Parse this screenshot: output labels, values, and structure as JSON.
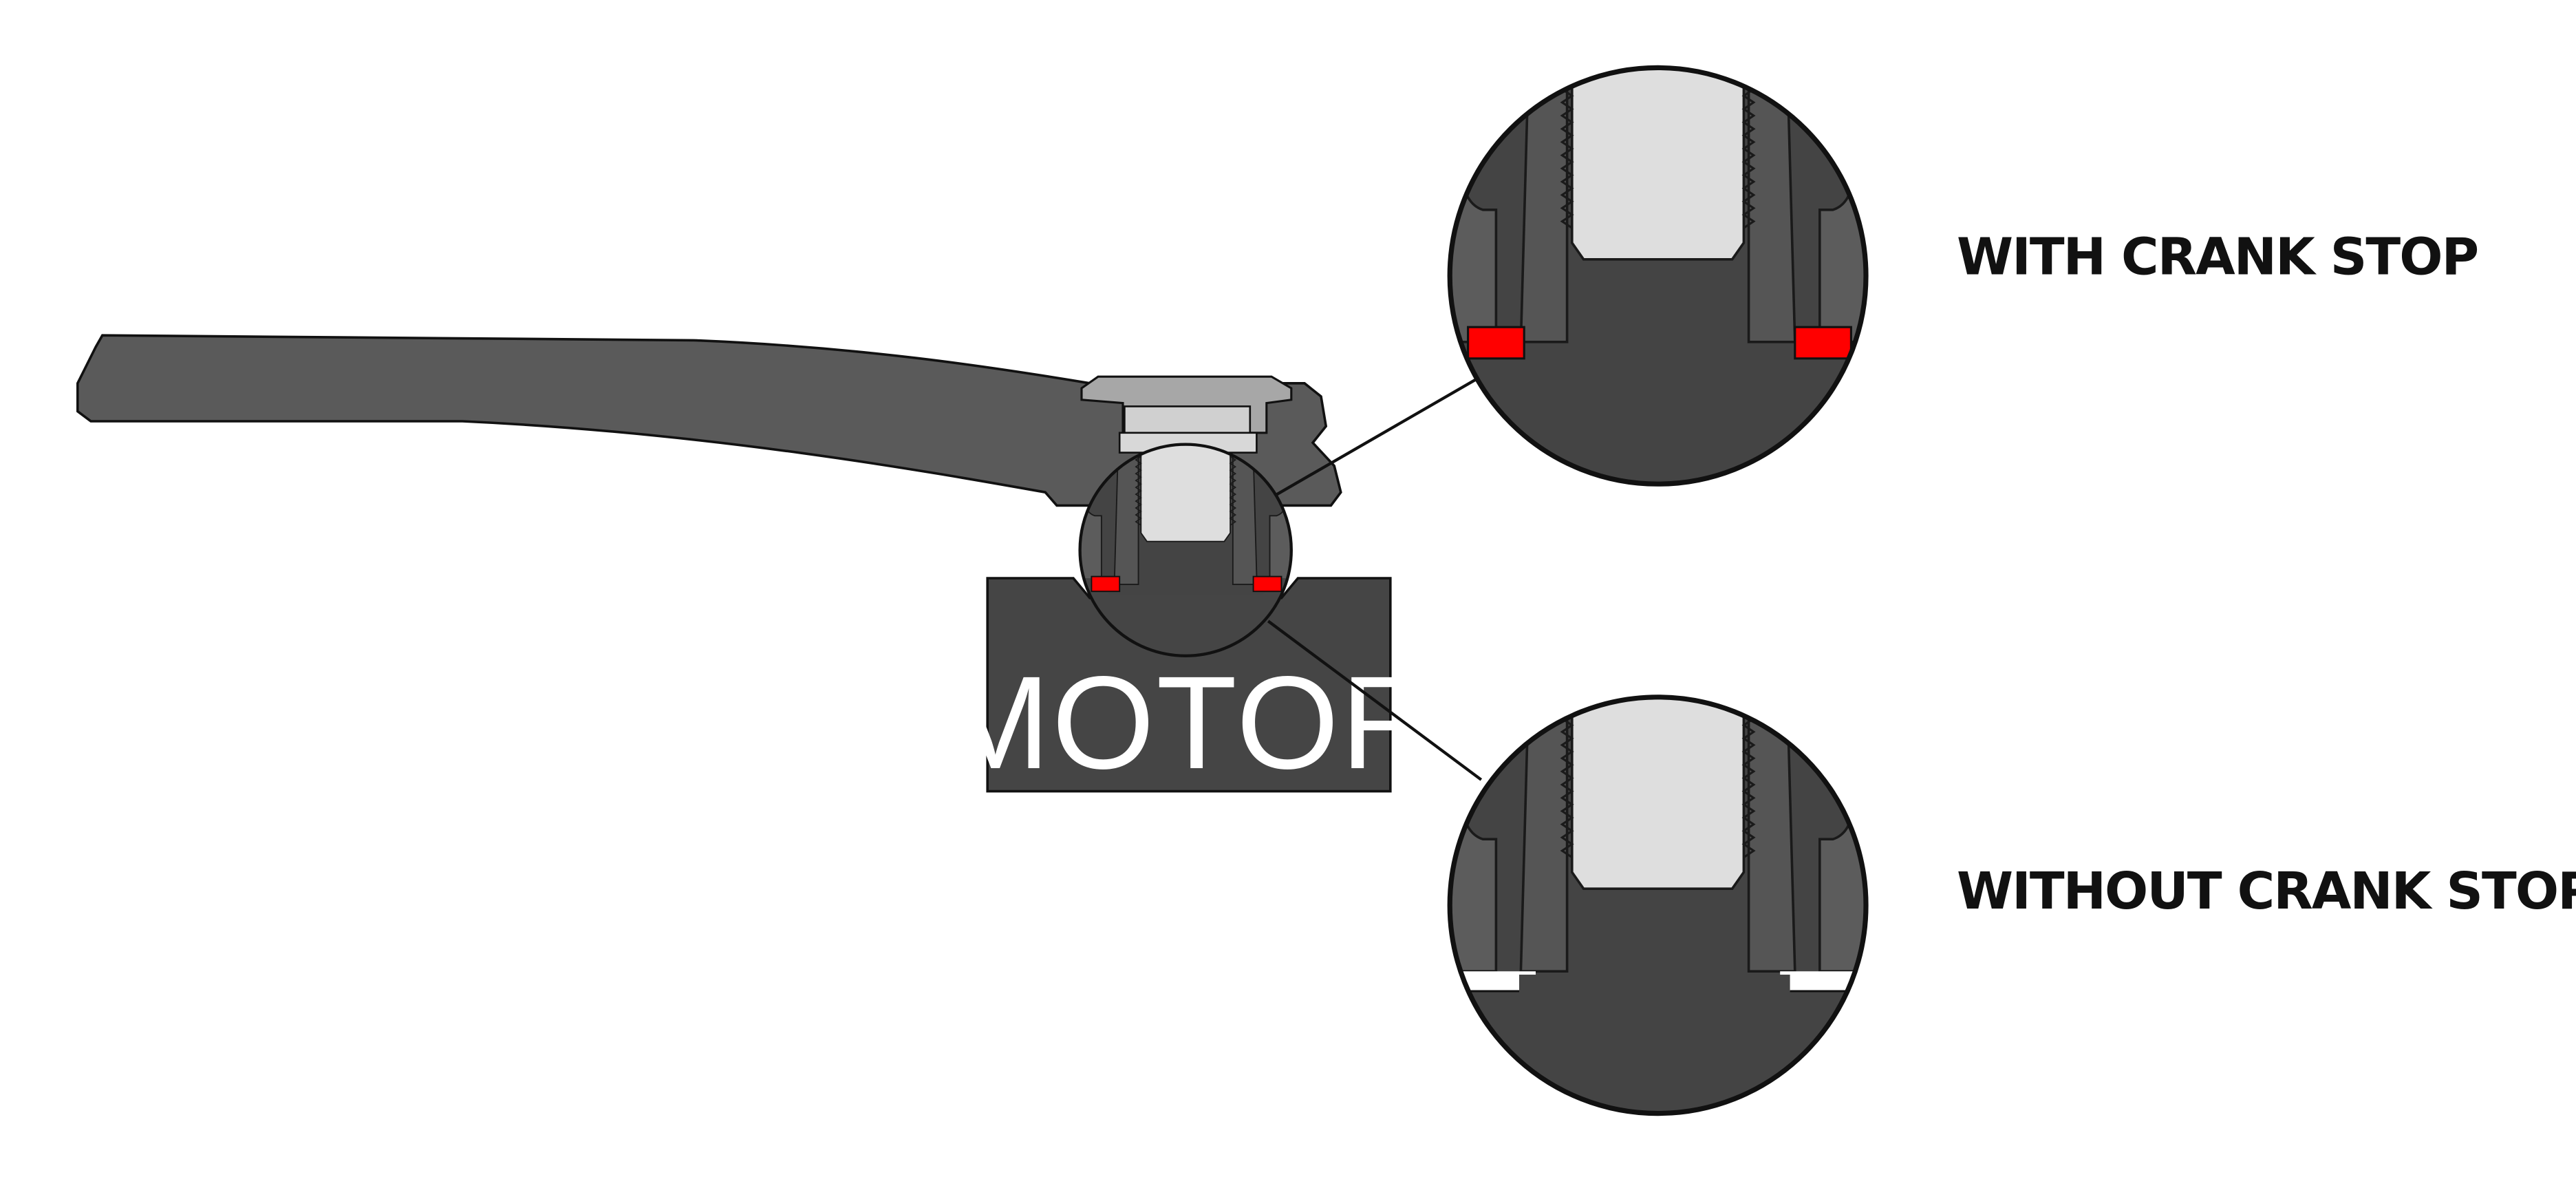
{
  "motor": {
    "label": "MOTOR"
  },
  "callouts": {
    "with_crank_stop": "WITH CRANK STOP",
    "without_crank_stop": "WITHOUT CRANK STOP"
  },
  "colors": {
    "crank_arm": "#5a5a5a",
    "motor_body": "#454545",
    "bolt": "#dedede",
    "crank_stop": "#ff0000",
    "outline": "#111111"
  }
}
